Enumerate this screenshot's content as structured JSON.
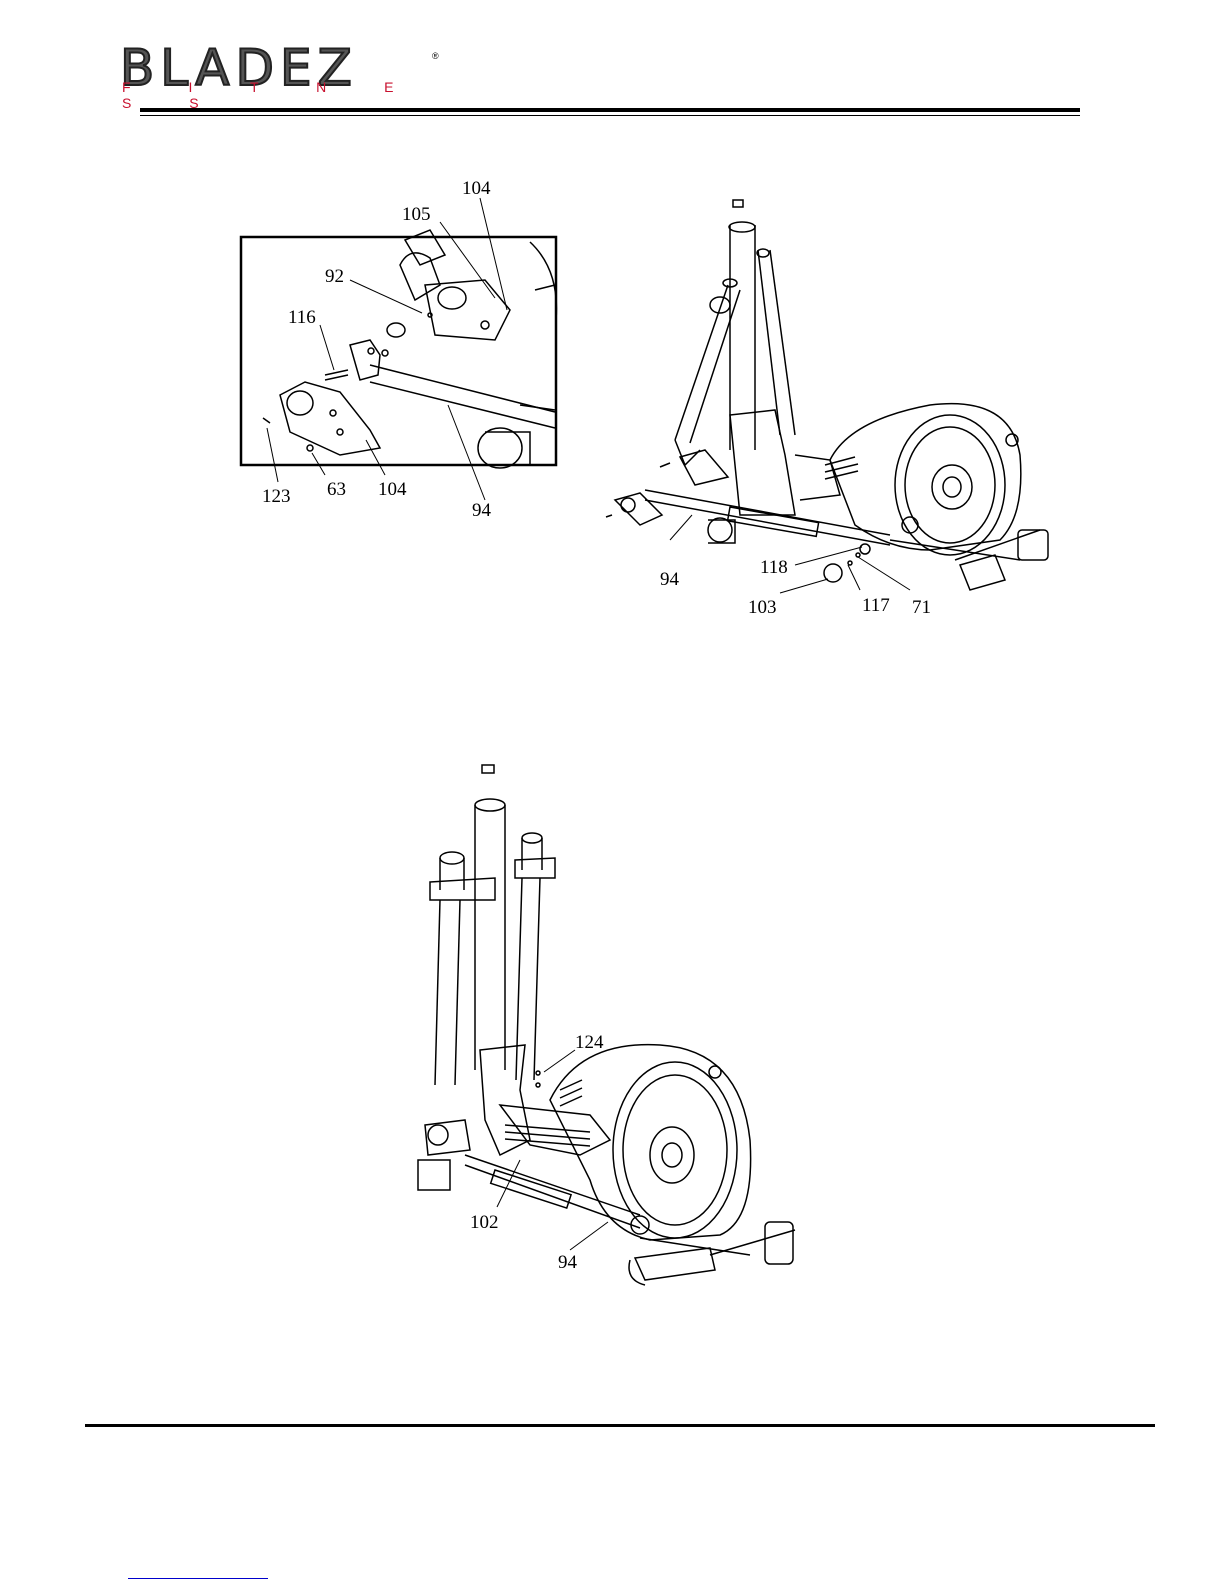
{
  "brand": {
    "name": "BLADEZ",
    "sub": "F I T N E S S",
    "reg": "®"
  },
  "figure_top": {
    "detail_labels": [
      "104",
      "105",
      "92",
      "116",
      "123",
      "63",
      "104",
      "94"
    ],
    "main_labels": [
      "94",
      "118",
      "103",
      "117",
      "71"
    ]
  },
  "figure_bottom": {
    "labels": [
      "124",
      "102",
      "94"
    ]
  }
}
